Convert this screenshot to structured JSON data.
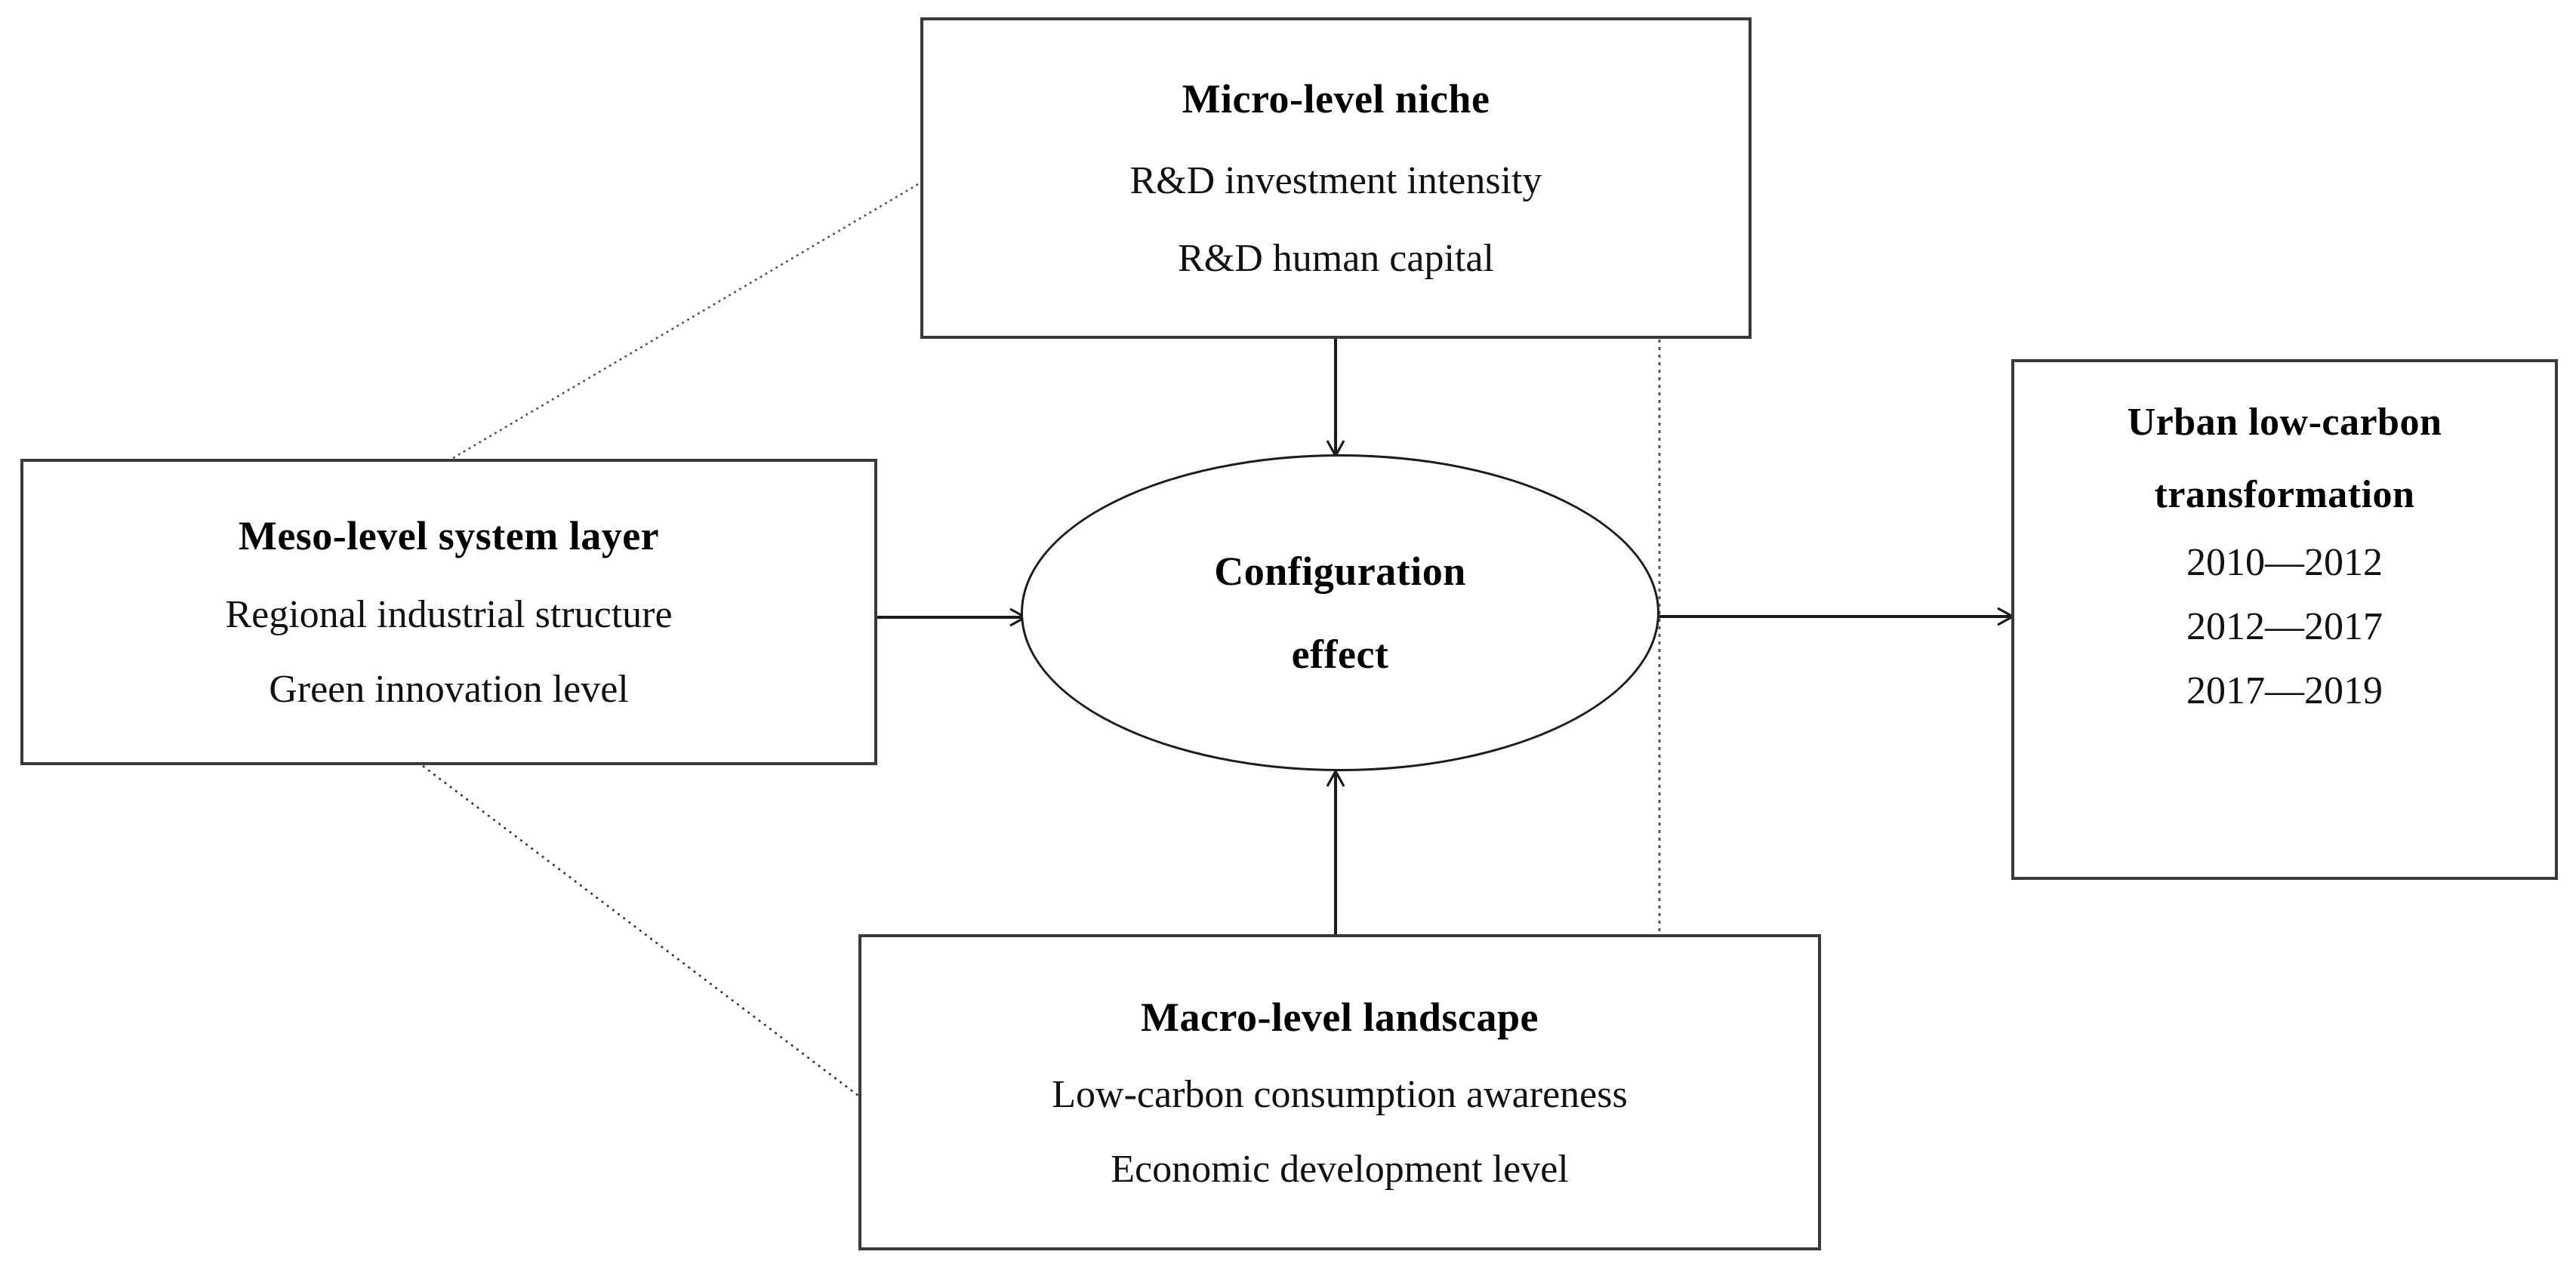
{
  "diagram": {
    "title": "Multi-level perspective configuration effect framework",
    "background_color": "#ffffff",
    "line_color": "#1c1c1c",
    "box_border_color": "#3a3a3a"
  },
  "nodes": {
    "micro": {
      "title": "Micro-level niche",
      "lines": [
        "R&D investment intensity",
        "R&D human capital"
      ]
    },
    "meso": {
      "title": "Meso-level system layer",
      "lines": [
        "Regional industrial structure",
        "Green innovation level"
      ]
    },
    "macro": {
      "title": "Macro-level landscape",
      "lines": [
        "Low-carbon consumption awareness",
        "Economic development level"
      ]
    },
    "center": {
      "line1": "Configuration",
      "line2": "effect"
    },
    "outcome": {
      "title_line1": "Urban low-carbon",
      "title_line2": "transformation",
      "periods": [
        "2010—2012",
        "2012—2017",
        "2017—2019"
      ]
    }
  },
  "edges": [
    {
      "name": "meso-to-center",
      "style": "solid",
      "arrow": "open-arrow"
    },
    {
      "name": "micro-to-center",
      "style": "solid",
      "arrow": "open-arrow"
    },
    {
      "name": "macro-to-center",
      "style": "solid",
      "arrow": "open-arrow"
    },
    {
      "name": "center-to-outcome",
      "style": "solid",
      "arrow": "open-arrow"
    },
    {
      "name": "meso-to-micro",
      "style": "dotted",
      "arrow": "none"
    },
    {
      "name": "meso-to-macro",
      "style": "dotted",
      "arrow": "none"
    },
    {
      "name": "micro-to-macro",
      "style": "dotted",
      "arrow": "none"
    }
  ]
}
